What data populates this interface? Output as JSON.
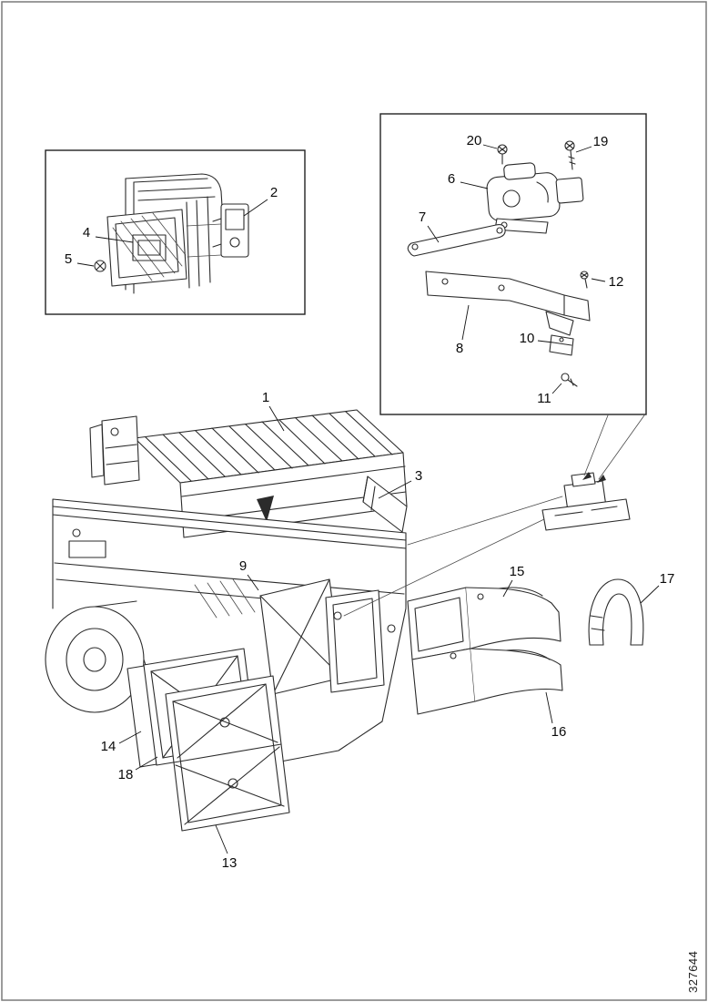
{
  "figure_number": "327644",
  "main_view": {
    "callouts": [
      "1",
      "3",
      "9",
      "13",
      "14",
      "15",
      "16",
      "17",
      "18"
    ]
  },
  "inset_top_left": {
    "callouts": [
      "2",
      "4",
      "5"
    ]
  },
  "inset_top_right": {
    "callouts": [
      "6",
      "7",
      "8",
      "10",
      "11",
      "12",
      "19",
      "20"
    ]
  }
}
